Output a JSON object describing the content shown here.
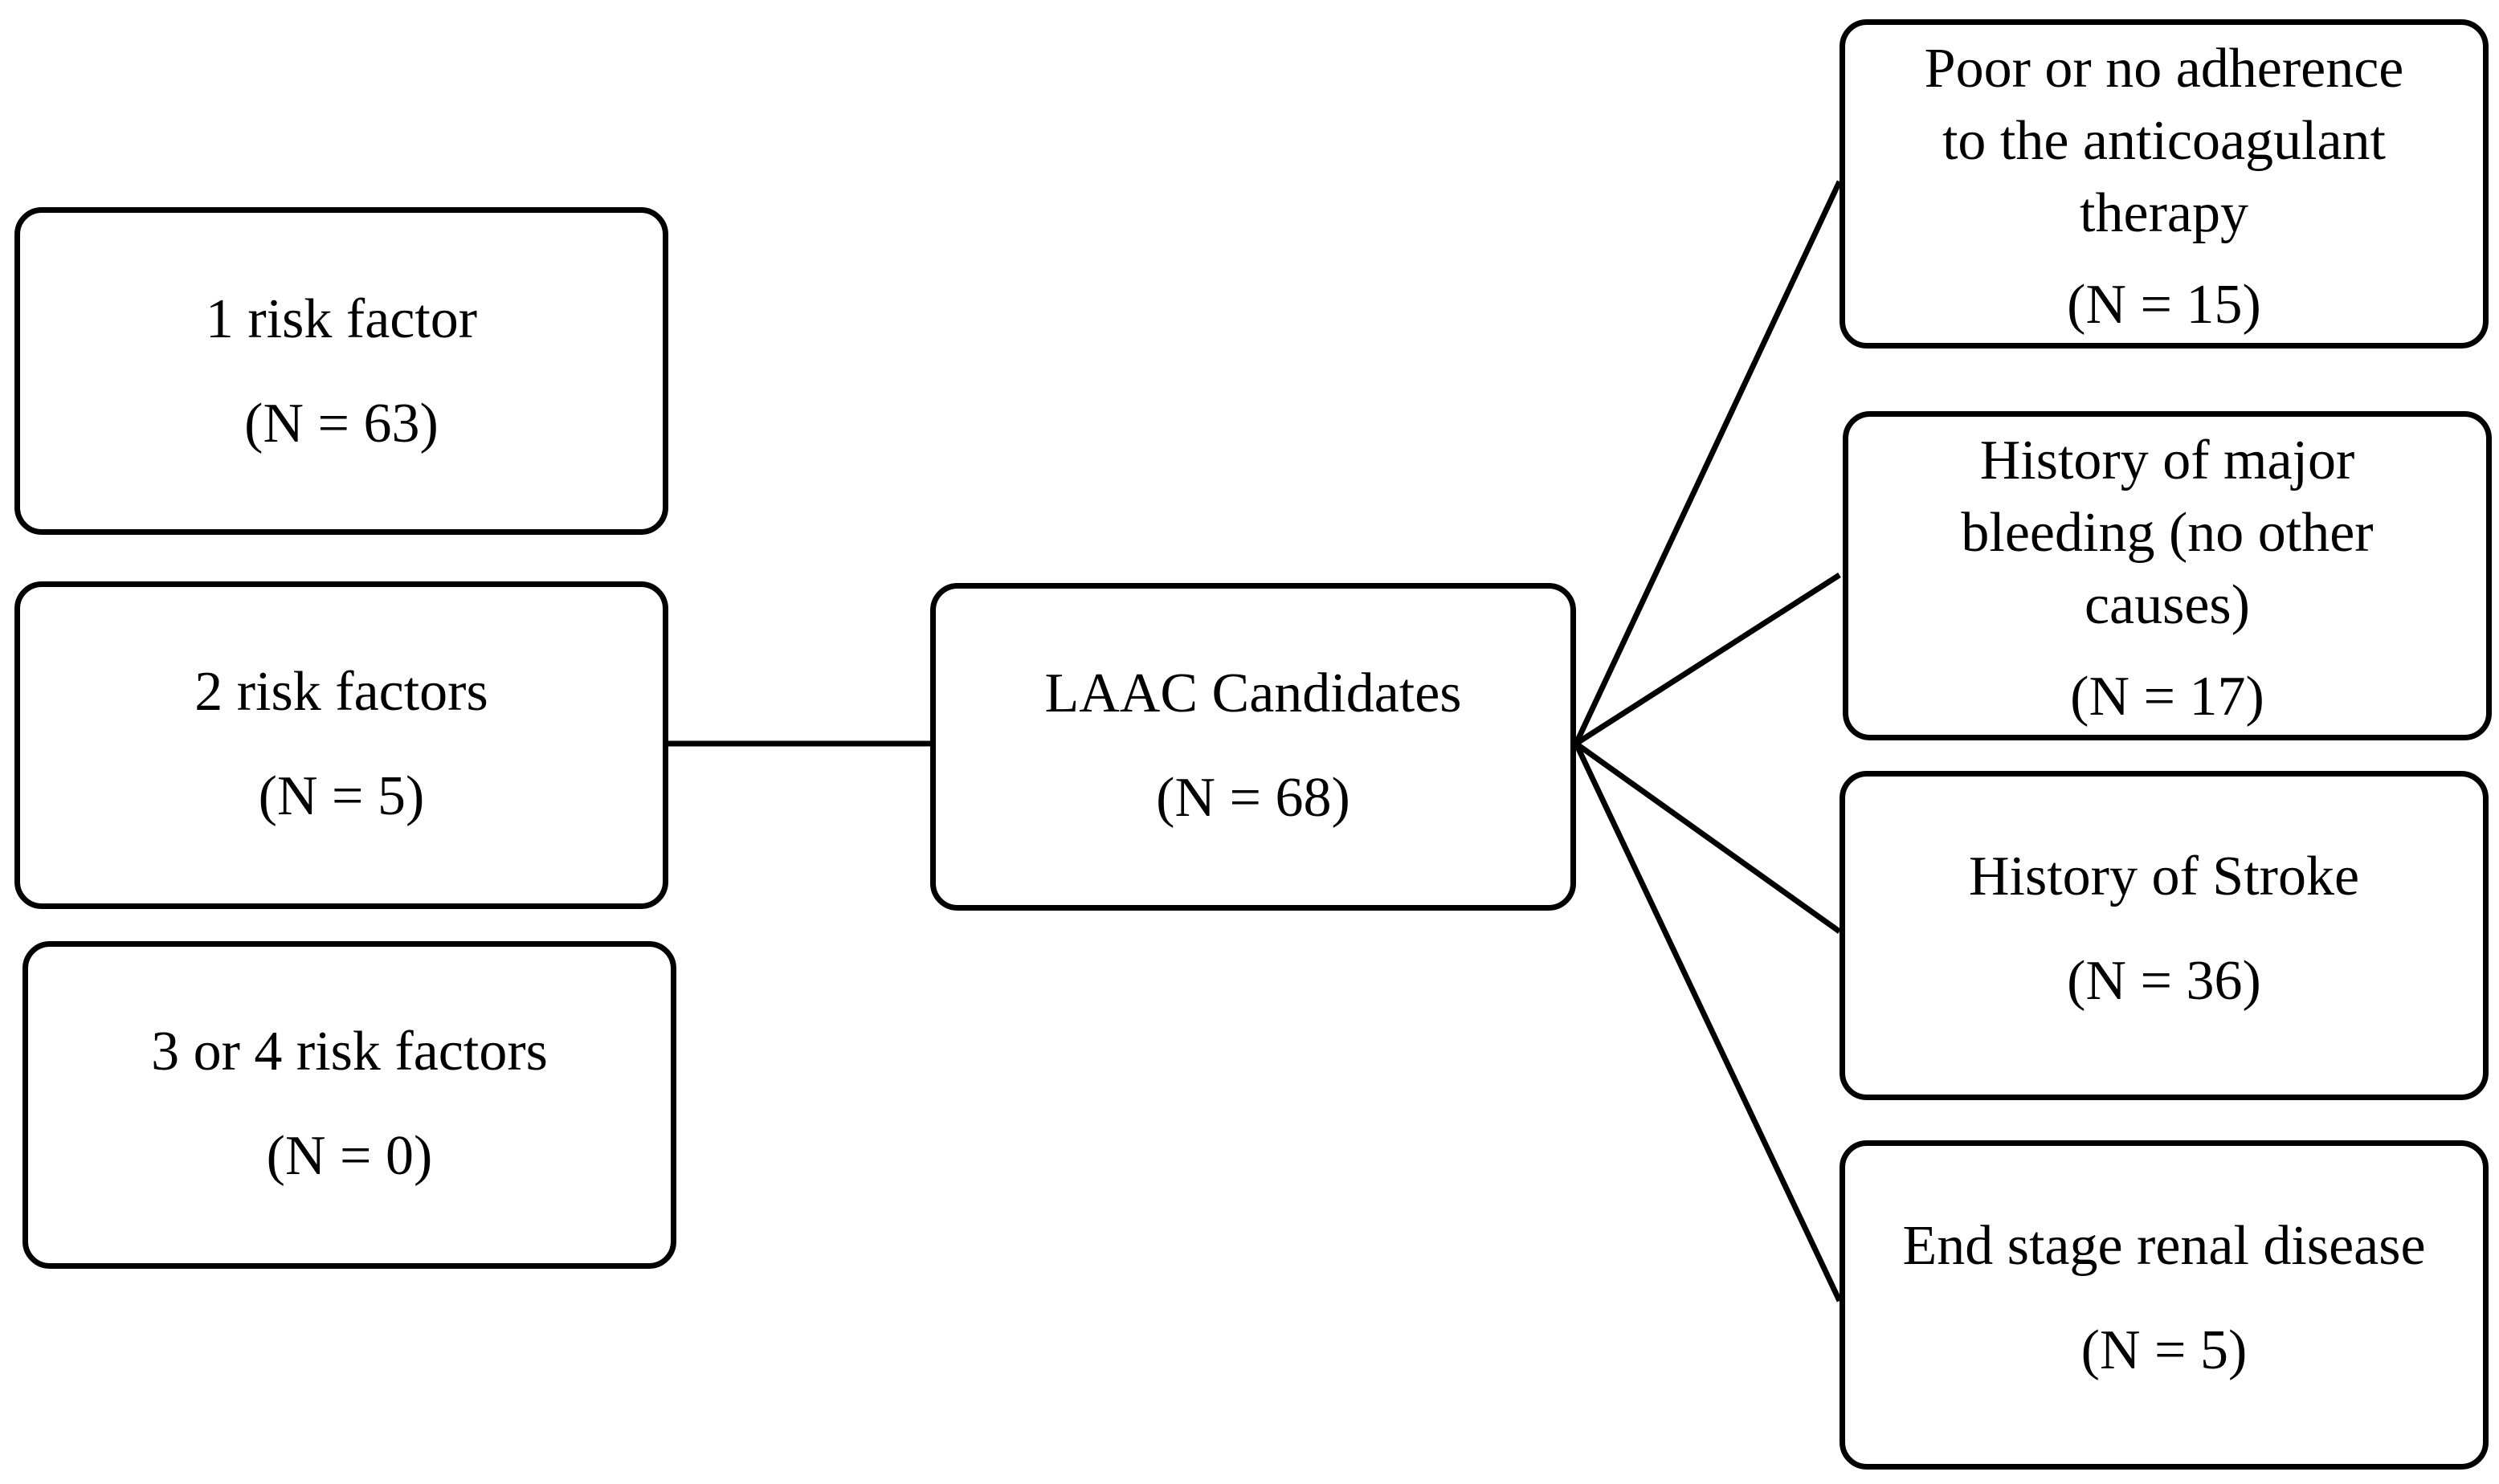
{
  "center": {
    "label": "LAAC Candidates",
    "count": "(N = 68)"
  },
  "risk_factors": [
    {
      "label": "1 risk factor",
      "count": "(N = 63)"
    },
    {
      "label": "2 risk factors",
      "count": "(N = 5)"
    },
    {
      "label": "3 or 4 risk factors",
      "count": "(N = 0)"
    }
  ],
  "indications": [
    {
      "lines": [
        "Poor or no adherence",
        "to the anticoagulant",
        "therapy"
      ],
      "count": "(N = 15)"
    },
    {
      "lines": [
        "History of major",
        "bleeding (no other",
        "causes)"
      ],
      "count": "(N = 17)"
    },
    {
      "lines": [
        "History of Stroke"
      ],
      "count": "(N = 36)"
    },
    {
      "lines": [
        "End stage renal disease"
      ],
      "count": "(N = 5)"
    }
  ],
  "colors": {
    "stroke": "#000000",
    "background": "#ffffff"
  }
}
